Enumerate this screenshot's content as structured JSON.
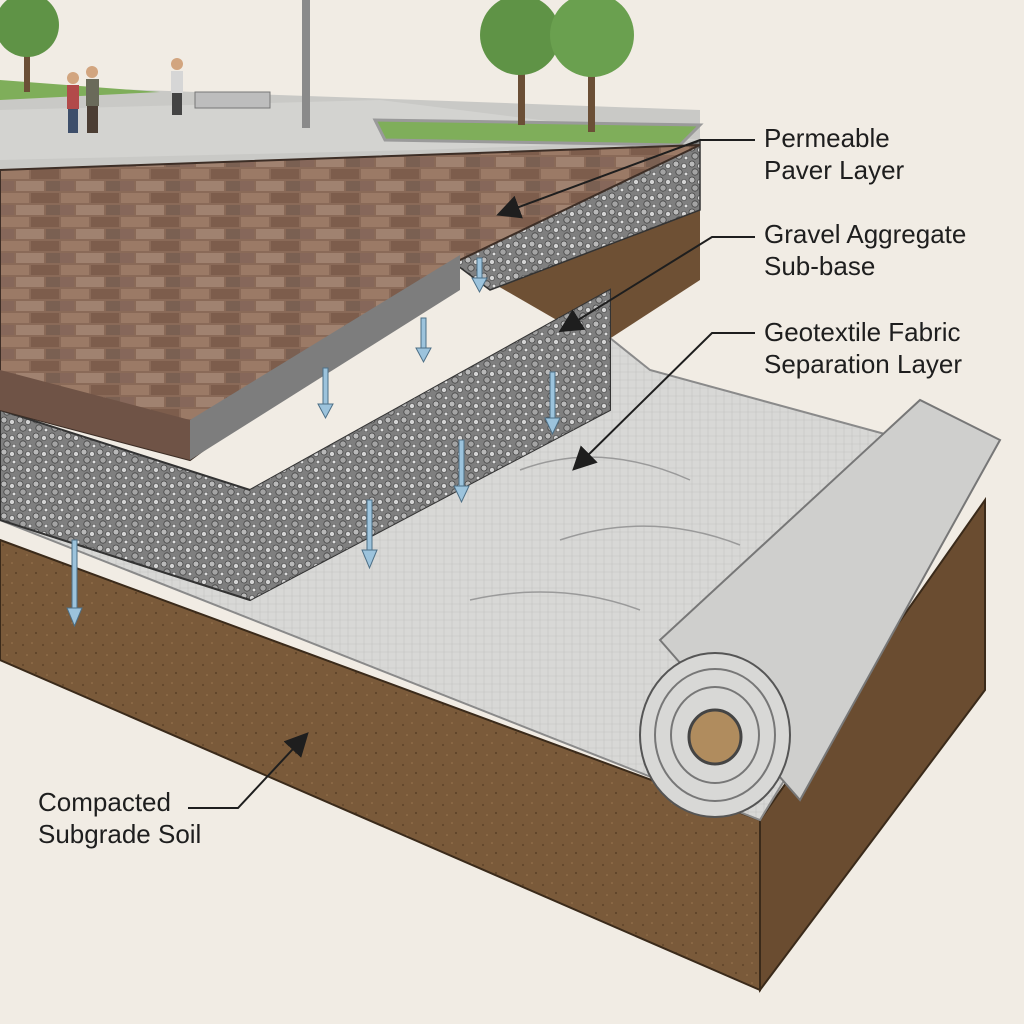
{
  "labels": {
    "paver": {
      "line1": "Permeable",
      "line2": "Paver Layer"
    },
    "gravel": {
      "line1": "Gravel Aggregate",
      "line2": "Sub-base"
    },
    "geotextile": {
      "line1": "Geotextile Fabric",
      "line2": "Separation Layer"
    },
    "subgrade": {
      "line1": "Compacted",
      "line2": "Subgrade Soil"
    }
  },
  "colors": {
    "background": "#f1ece4",
    "soil": "#7a5a3a",
    "gravel": "#8e8e8e",
    "fabric": "#d6d6d4",
    "paver": "#8a6a58",
    "grass": "#7fae5a",
    "water_arrow": "#9cc3dc"
  },
  "icons": [
    "down-arrow-icon",
    "pointer-arrow-icon"
  ]
}
